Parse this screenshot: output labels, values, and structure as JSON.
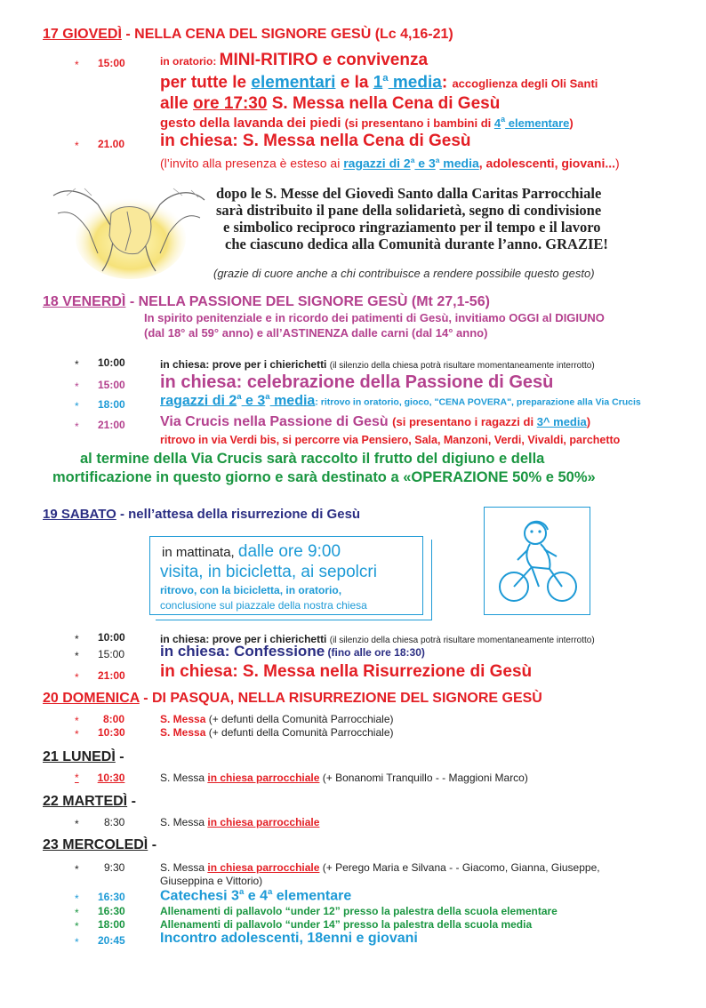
{
  "s17": {
    "date": "17 GIOVEDÌ",
    "title": " - NELLA CENA DEL SIGNORE GESÙ (Lc 4,16-21)",
    "r1": {
      "star": "*",
      "time": "15:00",
      "pre": "in oratorio: ",
      "main": "MINI-RITIRO e convivenza"
    },
    "l2a": "per tutte le ",
    "l2b": "elementari",
    "l2c": " e la ",
    "l2d": "1",
    "l2sup": "a",
    "l2e": " media",
    "l2f": ": ",
    "l2g": "accoglienza degli Oli Santi",
    "l3a": "alle ",
    "l3b": "ore 17:30",
    "l3c": " S. Messa nella Cena di Gesù",
    "l4a": "gesto della lavanda dei piedi ",
    "l4b": "(si presentano i bambini di ",
    "l4c": "4",
    "l4sup": "a",
    "l4d": " elementare",
    "l4e": ")",
    "r2": {
      "star": "*",
      "time": "21.00",
      "main": "in chiesa: S. Messa nella Cena di Gesù"
    },
    "l6a": "(l’invito alla presenza è esteso ai ",
    "l6b": "ragazzi di 2",
    "l6sup1": "a",
    "l6c": " e 3",
    "l6sup2": "a",
    "l6d": " media",
    "l6e": ", adolescenti, giovani...",
    "l6f": ")",
    "caritas": [
      "dopo le S. Messe del Giovedì Santo dalla Caritas Parrocchiale",
      "sarà distribuito il pane della solidarietà, segno di condivisione",
      "e simbolico reciproco ringraziamento per il tempo e il lavoro",
      "che ciascuno dedica alla Comunità durante l’anno. GRAZIE!"
    ],
    "thanks": "(grazie di cuore anche a chi contribuisce a rendere possibile questo gesto)"
  },
  "s18": {
    "date": "18 VENERDÌ",
    "title": " - NELLA PASSIONE DEL SIGNORE GESÙ (Mt 27,1-56)",
    "p1": "In spirito penitenziale e in ricordo dei patimenti di Gesù, invitiamo OGGI al DIGIUNO",
    "p2": "(dal 18° al 59° anno) e all’ASTINENZA dalle carni (dal 14° anno)",
    "r1": {
      "star": "*",
      "time": "10:00",
      "a": "in chiesa: prove per i chierichetti ",
      "b": "(il silenzio della chiesa potrà risultare momentaneamente interrotto)"
    },
    "r2": {
      "star": "*",
      "time": "15:00",
      "main": "in chiesa: celebrazione della Passione di Gesù"
    },
    "r3": {
      "star": "*",
      "time": "18:00",
      "a": "ragazzi di 2",
      "sup1": "a",
      "b": " e 3",
      "sup2": "a",
      "c": " media",
      "d": ": ritrovo in oratorio, gioco, \"CENA POVERA\", preparazione alla Via Crucis"
    },
    "r4": {
      "star": "*",
      "time": "21:00",
      "a": "Via Crucis nella Passione di Gesù ",
      "b": "(si presentano i ragazzi di ",
      "c": "3^ media",
      "d": ")"
    },
    "r4b": "ritrovo in via Verdi bis, si percorre via Pensiero, Sala, Manzoni, Verdi, Vivaldi, parchetto",
    "g1": "al termine della Via Crucis sarà raccolto il frutto del digiuno e della",
    "g2": "mortificazione in questo giorno e sarà destinato a «OPERAZIONE 50% e 50%»"
  },
  "s19": {
    "date": "19 SABATO",
    "title": " - nell’attesa della risurrezione di Gesù",
    "box1a": "in mattinata, ",
    "box1b": "dalle ore 9:00",
    "box2": "visita, in bicicletta, ai sepolcri",
    "box3": "ritrovo, con la bicicletta, in oratorio,",
    "box4": "conclusione sul piazzale della nostra chiesa",
    "r1": {
      "star": "*",
      "time": "10:00",
      "a": "in chiesa: prove per i chierichetti ",
      "b": "(il silenzio della chiesa potrà risultare momentaneamente interrotto)"
    },
    "r2": {
      "star": "*",
      "time": "15:00",
      "a": "in chiesa: Confessione",
      "b": " (fino alle ore 18:30)"
    },
    "r3": {
      "star": "*",
      "time": "21:00",
      "main": "in chiesa: S. Messa nella Risurrezione di Gesù"
    }
  },
  "s20": {
    "date": "20 DOMENICA",
    "title": " - DI PASQUA, NELLA RISURREZIONE DEL SIGNORE GESÙ",
    "r1": {
      "star": "*",
      "time": "8:00",
      "a": "S. Messa",
      "b": " (+ defunti della Comunità Parrocchiale)"
    },
    "r2": {
      "star": "*",
      "time": "10:30",
      "a": "S. Messa",
      "b": " (+ defunti della Comunità Parrocchiale)"
    }
  },
  "s21": {
    "date": "21 LUNEDÌ",
    "title": " -",
    "r1": {
      "star": "*",
      "time": "10:30",
      "a": "S. Messa  ",
      "b": "in chiesa parrocchiale",
      "c": " (+ Bonanomi Tranquillo - - Maggioni Marco)"
    }
  },
  "s22": {
    "date": "22 MARTEDÌ",
    "title": " -",
    "r1": {
      "star": "*",
      "time": "8:30",
      "a": "S. Messa ",
      "b": "in chiesa parrocchiale"
    }
  },
  "s23": {
    "date": "23 MERCOLEDÌ",
    "title": " -",
    "r1": {
      "star": "*",
      "time": "9:30",
      "a": "S. Messa ",
      "b": "in chiesa parrocchiale",
      "c": " (+ Perego Maria e Silvana - - Giacomo, Gianna, Giuseppe,"
    },
    "r1b": "Giuseppina e Vittorio)",
    "r2": {
      "star": "*",
      "time": "16:30",
      "a": "Catechesi  3",
      "sup1": "a",
      "b": " e 4",
      "sup2": "a",
      "c": " elementare"
    },
    "r3": {
      "star": "*",
      "time": "16:30",
      "main": "Allenamenti di pallavolo “under 12” presso la palestra della scuola elementare"
    },
    "r4": {
      "star": "*",
      "time": "18:00",
      "main": "Allenamenti di pallavolo “under 14” presso la palestra della scuola media"
    },
    "r5": {
      "star": "*",
      "time": "20:45",
      "main": "Incontro adolescenti, 18enni e giovani"
    }
  }
}
